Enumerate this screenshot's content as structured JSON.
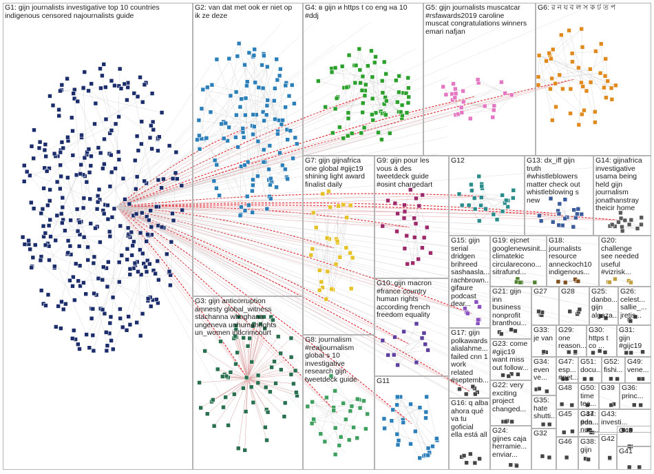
{
  "groups": [
    {
      "id": "G1",
      "label": "G1: gijn journalists investigative top 10 countries\nindigenous censored najournalists guide",
      "color": "#1c2d6b"
    },
    {
      "id": "G2",
      "label": "G2: van dat met ook er niet op\nik ze deze",
      "color": "#2c7fb8"
    },
    {
      "id": "G4",
      "label": "G4: в gijn и https t co eng на 10\n#ddj",
      "color": "#2ca02c"
    },
    {
      "id": "G5",
      "label": "G5: gijn journalists muscatcar\n#rsfawards2019 caroline\nmuscat congratulations winners\nemari nafjan",
      "color": "#e377c2"
    },
    {
      "id": "G6",
      "label": "G6: র ন য ব ল স ক ট ত প",
      "color": "#e08a1e"
    },
    {
      "id": "G7",
      "label": "G7: gijn gijnafrica\none global #gijc19\nshining light award\nfinalist daily",
      "color": "#e6c229"
    },
    {
      "id": "G9",
      "label": "G9: gijn pour les\nvous à des\ntweetdeck guide\n#osint chargedart",
      "color": "#9c2a6b"
    },
    {
      "id": "G12",
      "label": "G12",
      "color": "#2b8c8c"
    },
    {
      "id": "G13",
      "label": "G13: dx_iff gijn\ntruth\n#whistleblowers\nmatter check out\nwhistleblowing s\nnew",
      "color": "#3b5b9a"
    },
    {
      "id": "G14",
      "label": "G14: gijnafrica\ninvestigative\nusama being\nheld gijn\njournalism\njonathanstray\ntheicir home",
      "color": "#5a5a5a"
    },
    {
      "id": "G3",
      "label": "G3: gijn anticorruption\namnesty global_witness\nstachanna whoghana\nungeneva unhumanrights\nun_women intlcrimcourt",
      "color": "#2a6f4f"
    },
    {
      "id": "G15",
      "label": "G15: gijn\nserial\ndridgen\nbrihreed\nsashaasla...\nrachbrown...\ngifaure\npodcast\ndear...",
      "color": "#8a4fbf"
    },
    {
      "id": "G19",
      "label": "G19: ejcnet\ngooglenewsinit...\nclimatekic\ncircularecono...\nsitrafund...",
      "color": "#4f7f2f"
    },
    {
      "id": "G18",
      "label": "G18:\njournalists\nresource\nanneckoch10\nindigenous...",
      "color": "#7f4f1f"
    },
    {
      "id": "G20",
      "label": "G20:\nchallenge\nsee needed\nuseful\n#vizrisk...",
      "color": "#c0a040"
    },
    {
      "id": "G10",
      "label": "G10: gijn macron\n#france country\nhuman rights\naccording french\nfreedom equality",
      "color": "#5f3f9f"
    },
    {
      "id": "G21",
      "label": "G21: gijn\ninn\nbusiness\nnonprofit\nbranthou...",
      "color": "#444"
    },
    {
      "id": "G27",
      "label": "G27",
      "color": "#444"
    },
    {
      "id": "G28",
      "label": "G28",
      "color": "#444"
    },
    {
      "id": "G25",
      "label": "G25:\ndanbo...\ngijn\nalgaza...",
      "color": "#444"
    },
    {
      "id": "G26",
      "label": "G26:\ncelest...\nsallie_...\njretis...",
      "color": "#444"
    },
    {
      "id": "G8",
      "label": "G8: journalism\n#realjournalism\nglobal s 10\ninvestigative\nresearch gijn\ntweetdeck guide",
      "color": "#3f9f5f"
    },
    {
      "id": "G17",
      "label": "G17: gijn\npolkawards\nalialahme...\nfailed cnn 1\nwork\nrelated\n#septemb...",
      "color": "#444"
    },
    {
      "id": "G23",
      "label": "G23: come\n#gijc19\nwant miss\nout follow...",
      "color": "#444"
    },
    {
      "id": "G33",
      "label": "G33:\nje van",
      "color": "#444"
    },
    {
      "id": "G29",
      "label": "G29:\none\nreason...",
      "color": "#444"
    },
    {
      "id": "G30",
      "label": "G30:\nhttps t\nco ...",
      "color": "#444"
    },
    {
      "id": "G31",
      "label": "G31:\ngijn\n#gijc19",
      "color": "#444"
    },
    {
      "id": "G34",
      "label": "G34:\neven\nve...",
      "color": "#444"
    },
    {
      "id": "G47",
      "label": "G47:\nesp...\n#pet...",
      "color": "#444"
    },
    {
      "id": "G51",
      "label": "G51:\ndocu...",
      "color": "#444"
    },
    {
      "id": "G52",
      "label": "G52:\nfishi...",
      "color": "#444"
    },
    {
      "id": "G49",
      "label": "G49:\nvene...",
      "color": "#444"
    },
    {
      "id": "G11",
      "label": "G11",
      "color": "#2c7fb8"
    },
    {
      "id": "G22",
      "label": "G22: very\nexciting\nproject\nchanged...",
      "color": "#444"
    },
    {
      "id": "G48",
      "label": "G48",
      "color": "#444"
    },
    {
      "id": "G50",
      "label": "G50:\ntime\ntea...",
      "color": "#444"
    },
    {
      "id": "G39",
      "label": "G39",
      "color": "#444"
    },
    {
      "id": "G36",
      "label": "G36:\nprinc...",
      "color": "#444"
    },
    {
      "id": "G35",
      "label": "G35:\nhate\nshutti...",
      "color": "#444"
    },
    {
      "id": "G37",
      "label": "G37:\n#da...",
      "color": "#444"
    },
    {
      "id": "G43",
      "label": "G43:\ninvesti...",
      "color": "#444"
    },
    {
      "id": "G16",
      "label": "G16: q alba\nahora qué\nva tu\ngoficial\nella está all",
      "color": "#444"
    },
    {
      "id": "G45",
      "label": "G45",
      "color": "#444"
    },
    {
      "id": "G44",
      "label": "G44:\npen...\nnue...",
      "color": "#444"
    },
    {
      "id": "G40",
      "label": "G40",
      "color": "#444"
    },
    {
      "id": "G24",
      "label": "G24:\ngijnes caja\nherramie...\nenviar...",
      "color": "#444"
    },
    {
      "id": "G32",
      "label": "G32",
      "color": "#444"
    },
    {
      "id": "G46",
      "label": "G46",
      "color": "#444"
    },
    {
      "id": "G38",
      "label": "G38:\ngijn",
      "color": "#444"
    },
    {
      "id": "G42",
      "label": "G42",
      "color": "#444"
    },
    {
      "id": "G41",
      "label": "G41",
      "color": "#444"
    }
  ]
}
